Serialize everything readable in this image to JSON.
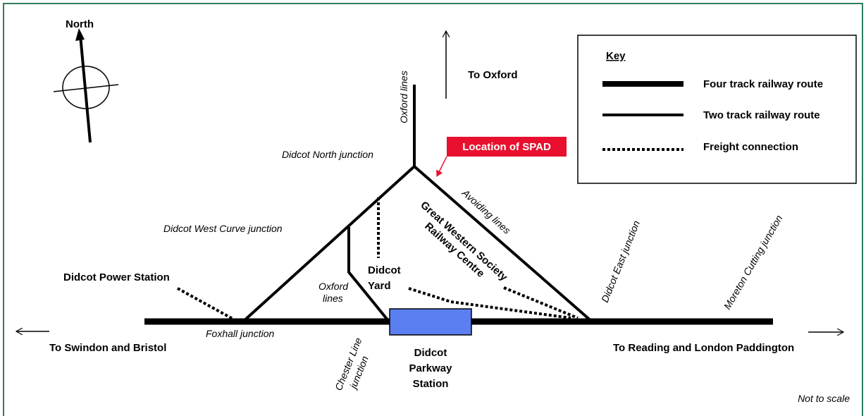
{
  "compass": {
    "label": "North"
  },
  "key": {
    "title": "Key",
    "items": [
      {
        "label": "Four track railway route",
        "style": "four-track"
      },
      {
        "label": "Two track railway route",
        "style": "two-track"
      },
      {
        "label": "Freight connection",
        "style": "freight"
      }
    ]
  },
  "callout": {
    "text": "Location of SPAD",
    "color": "#e8102e"
  },
  "station_color": "#5b7ff0",
  "frame_color": "#2e7d5b",
  "directions": {
    "oxford": "To Oxford",
    "swindon": "To Swindon and Bristol",
    "reading": "To Reading and London Paddington"
  },
  "places": {
    "oxford_lines_top": "Oxford lines",
    "north_junction": "Didcot North junction",
    "avoiding_lines": "Avoiding lines",
    "gws_line1": "Great Western Society",
    "gws_line2": "Railway Centre",
    "west_curve_junction": "Didcot West Curve junction",
    "power_station": "Didcot Power Station",
    "yard_line1": "Didcot",
    "yard_line2": "Yard",
    "oxford_lines_low1": "Oxford",
    "oxford_lines_low2": "lines",
    "east_junction": "Didcot East junction",
    "moreton_junction": "Moreton Cutting junction",
    "foxhall_junction": "Foxhall junction",
    "chester_line1": "Chester Line",
    "chester_line2": "junction",
    "station_line1": "Didcot",
    "station_line2": "Parkway",
    "station_line3": "Station"
  },
  "note": "Not to scale"
}
